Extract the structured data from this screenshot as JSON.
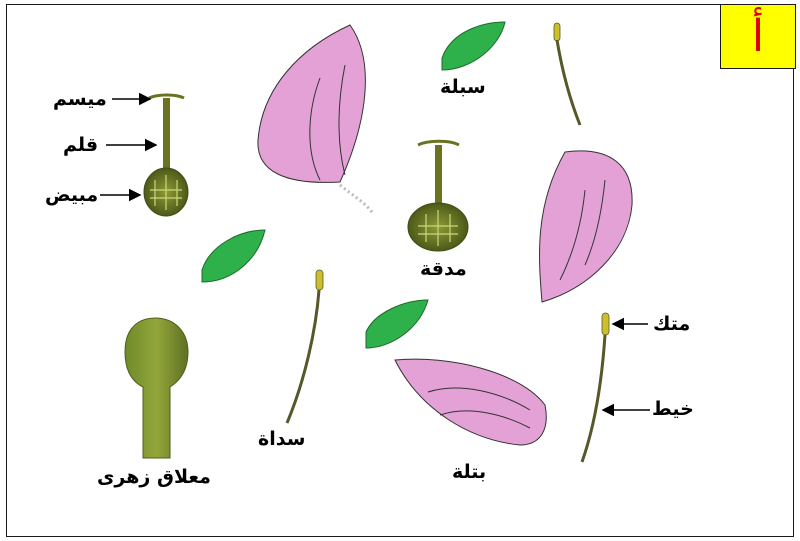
{
  "badge": {
    "letter": "أ"
  },
  "labels": {
    "stigma": "ميسم",
    "style": "قلم",
    "ovary": "مبيض",
    "sepal": "سبلة",
    "pistil": "مدقة",
    "anther": "متك",
    "filament": "خيط",
    "stamen": "سداة",
    "petal": "بتلة",
    "receptacle": "معلاق زهرى"
  },
  "colors": {
    "petal": "#e3a1d6",
    "sepal": "#2eb14a",
    "pistil": "#6b7320",
    "stamen": "#56582a",
    "anther": "#cdbf2c",
    "badge_bg": "#ffff00",
    "badge_text": "#e00000"
  }
}
